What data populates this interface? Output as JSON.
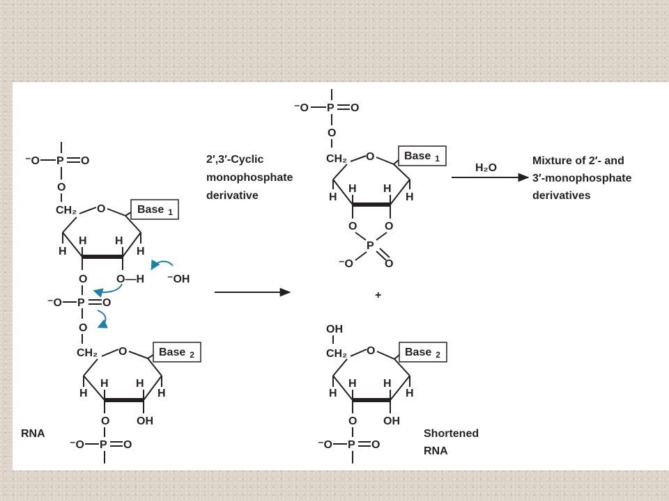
{
  "labels": {
    "cyclic_line1": "2′,3′-Cyclic",
    "cyclic_line2": "monophosphate",
    "cyclic_line3": "derivative",
    "reagent": "H₂O",
    "mixture_line1": "Mixture  of 2′- and",
    "mixture_line2": "3′-monophosphate",
    "mixture_line3": "derivatives",
    "rna": "RNA",
    "shortened_line1": "Shortened",
    "shortened_line2": "RNA",
    "plus": "+",
    "hydroxide": "⁻OH"
  },
  "bases": {
    "base1": "Base",
    "base1_sub": "1",
    "base2": "Base",
    "base2_sub": "2"
  },
  "atoms": {
    "O": "O",
    "P": "P",
    "H": "H",
    "OH": "OH",
    "O_minus": "⁻O",
    "ring_O": "O",
    "CH2": "CH₂",
    "O_H": "O—H"
  },
  "colors": {
    "arrow_blue": "#1e7fa8",
    "ink": "#231f20",
    "background": "#d9d2c5",
    "panel": "#ffffff"
  }
}
